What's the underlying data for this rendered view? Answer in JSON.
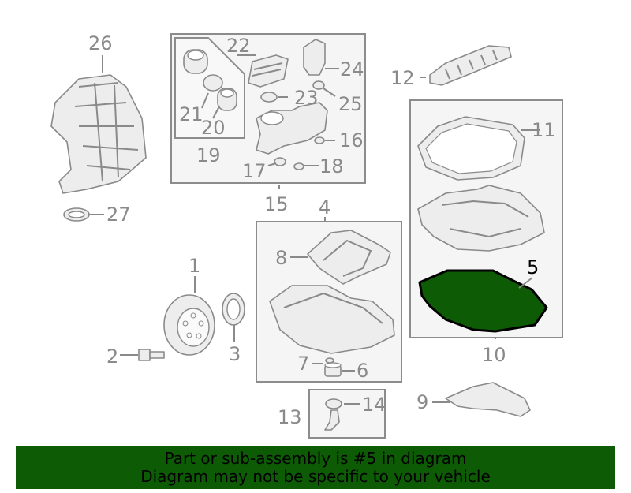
{
  "labels": {
    "l1": "1",
    "l2": "2",
    "l3": "3",
    "l4": "4",
    "l5": "5",
    "l6": "6",
    "l7": "7",
    "l8": "8",
    "l9": "9",
    "l10": "10",
    "l11": "11",
    "l12": "12",
    "l13": "13",
    "l14": "14",
    "l15": "15",
    "l16": "16",
    "l17": "17",
    "l18": "18",
    "l19": "19",
    "l20": "20",
    "l21": "21",
    "l22": "22",
    "l23": "23",
    "l24": "24",
    "l25": "25",
    "l26": "26",
    "l27": "27"
  },
  "highlight_part": "5",
  "colors": {
    "highlight_fill": "#0d5c05",
    "outline": "#8a8a8a",
    "banner_bg": "#0d5c05"
  },
  "banner": {
    "line1": "Part or sub-assembly is #5 in diagram",
    "line2": "Diagram may not be specific to your vehicle"
  }
}
